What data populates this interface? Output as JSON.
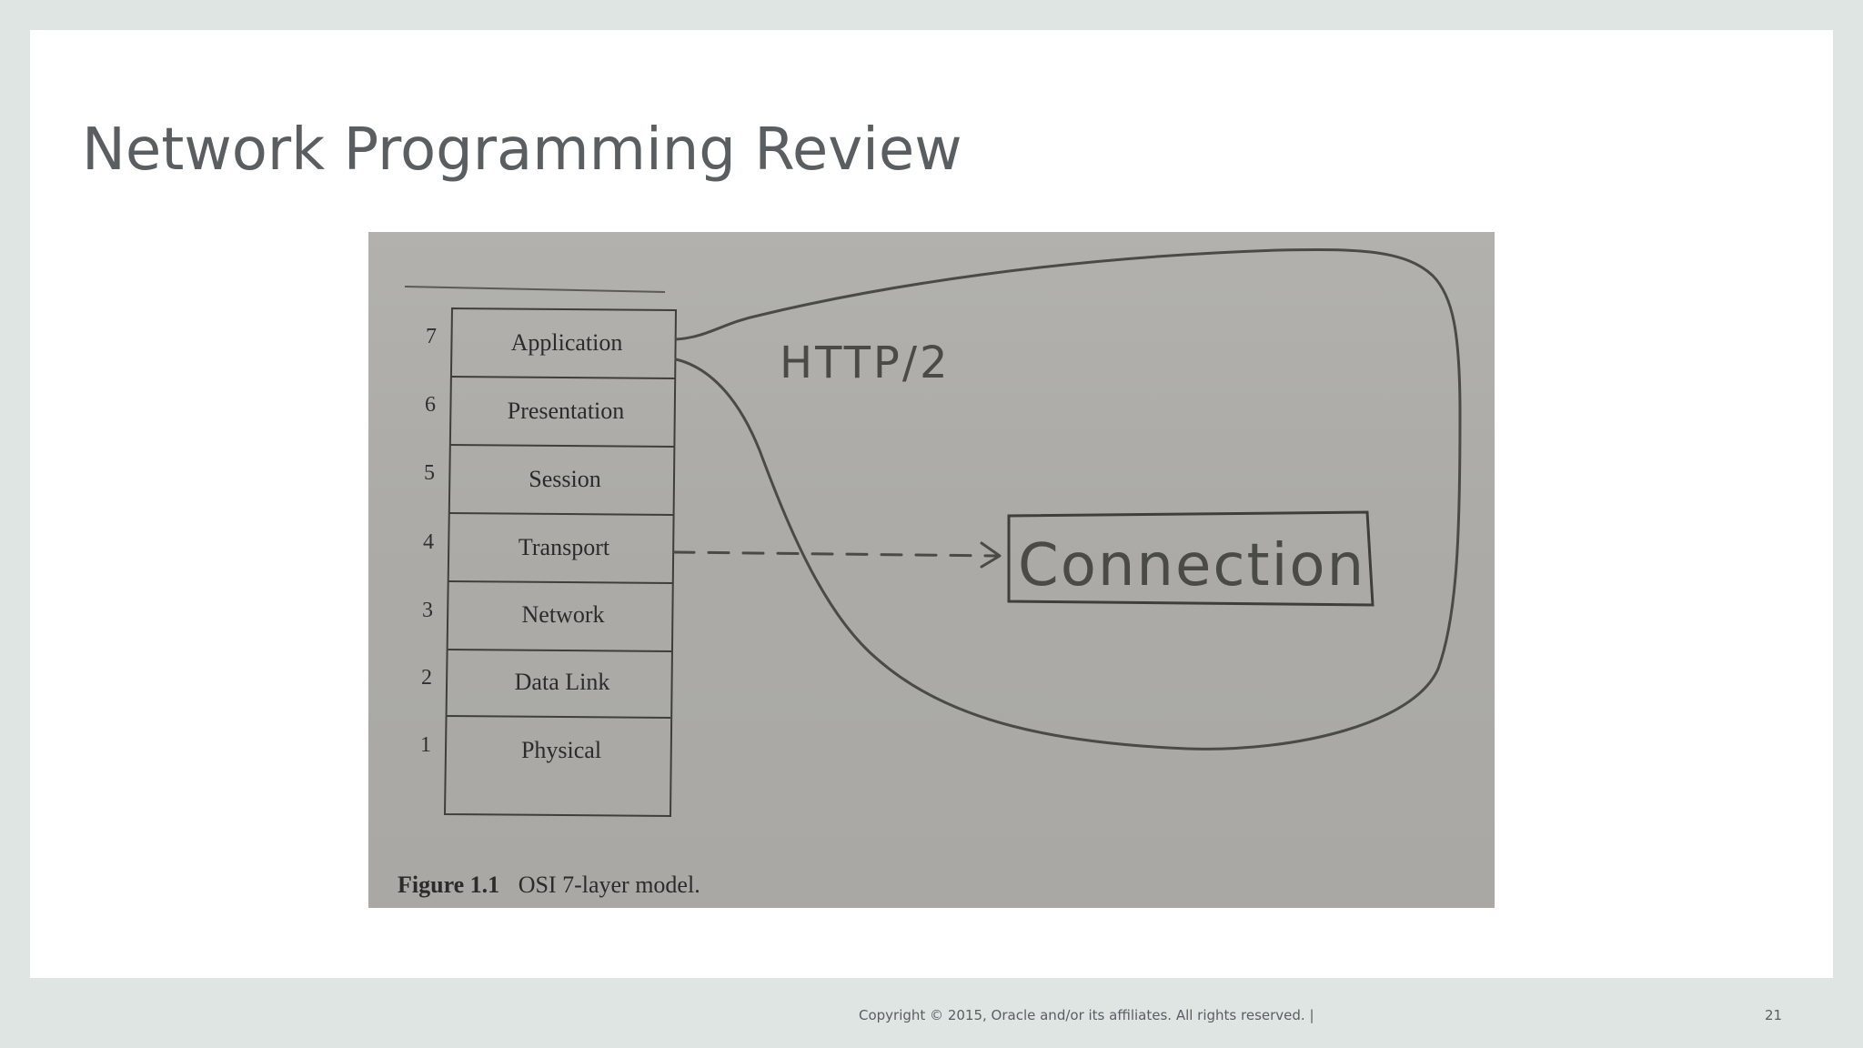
{
  "slide": {
    "title": "Network Programming Review",
    "footer": "Copyright © 2015, Oracle and/or its affiliates. All rights reserved.  |",
    "page_number": "21"
  },
  "diagram": {
    "layers": [
      {
        "number": "7",
        "name": "Application"
      },
      {
        "number": "6",
        "name": "Presentation"
      },
      {
        "number": "5",
        "name": "Session"
      },
      {
        "number": "4",
        "name": "Transport"
      },
      {
        "number": "3",
        "name": "Network"
      },
      {
        "number": "2",
        "name": "Data Link"
      },
      {
        "number": "1",
        "name": "Physical"
      }
    ],
    "caption_label": "Figure 1.1",
    "caption_text": "OSI 7-layer model.",
    "annotation_protocol": "HTTP/2",
    "annotation_box": "Connection"
  },
  "colors": {
    "background": "#dfe5e3",
    "slide": "#ffffff",
    "title_text": "#5b5e61",
    "photo_paper": "#adaca8",
    "ink": "#4a4a47"
  }
}
